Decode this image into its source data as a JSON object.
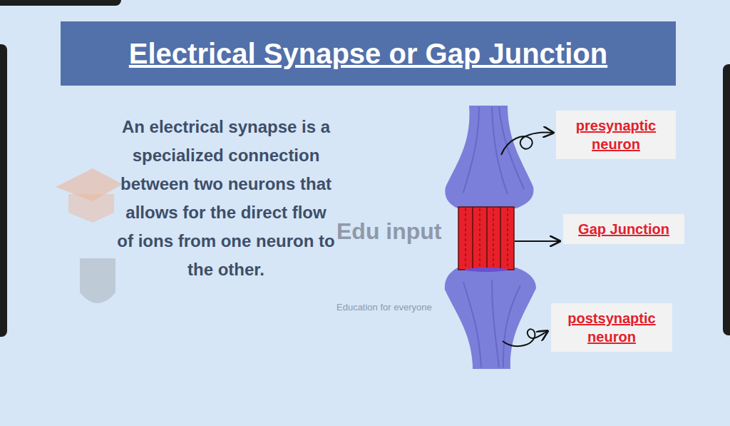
{
  "diagram": {
    "title": "Electrical Synapse or Gap Junction",
    "nodes": [
      {
        "text": [
          "presynaptic neuron"
        ]
      },
      {
        "text": [
          "Gap Junction"
        ]
      },
      {
        "text": [
          "postsynaptic neuron"
        ]
      }
    ],
    "labels": [
      "An electrical synapse is a specialized connection between two neurons that allows for the direct flow of ions from one neuron to the other.",
      "Edu input",
      "Education for everyone"
    ]
  }
}
